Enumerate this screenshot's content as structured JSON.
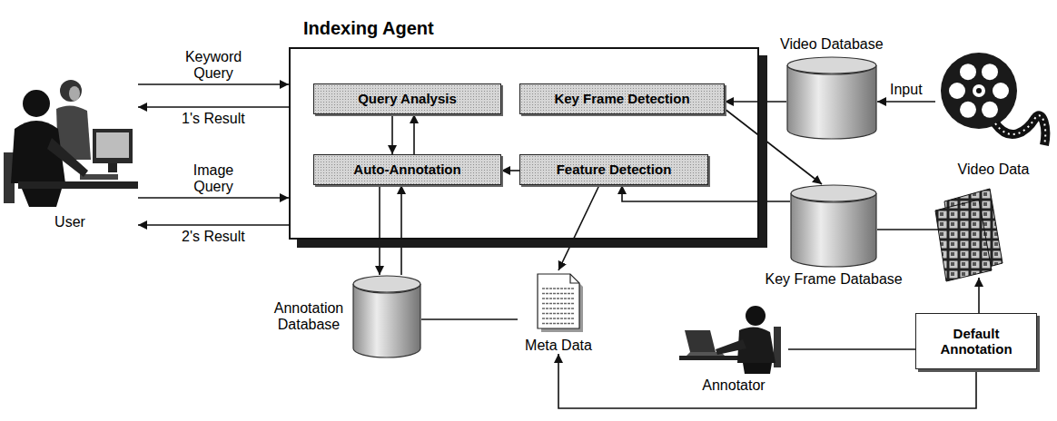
{
  "diagram": {
    "nodes": [
      {
        "text": [
          "User"
        ]
      },
      {
        "text": [
          "Indexing Agent"
        ]
      },
      {
        "text": [
          "Query Analysis"
        ],
        "in": 1
      },
      {
        "text": [
          "Key Frame Detection"
        ],
        "in": 1
      },
      {
        "text": [
          "Auto-Annotation"
        ],
        "in": 1
      },
      {
        "text": [
          "Feature Detection"
        ],
        "in": 1
      },
      {
        "text": [
          "Video Database"
        ]
      },
      {
        "text": [
          "Video Data"
        ]
      },
      {
        "text": [
          "Key Frame Database"
        ]
      },
      {
        "text": [
          "Annotation Database"
        ]
      },
      {
        "text": [
          "Meta Data"
        ]
      },
      {
        "text": [
          "Annotator"
        ]
      },
      {
        "text": [
          "Default Annotation"
        ]
      }
    ],
    "edges": [
      {
        "from": 0,
        "to": 1,
        "label": "Keyword Query",
        "arrow": "to"
      },
      {
        "from": 1,
        "to": 0,
        "label": "1's Result",
        "arrow": "to"
      },
      {
        "from": 0,
        "to": 1,
        "label": "Image Query",
        "arrow": "to"
      },
      {
        "from": 1,
        "to": 0,
        "label": "2's Result",
        "arrow": "to"
      },
      {
        "from": 7,
        "to": 6,
        "label": "Input",
        "arrow": "to"
      },
      {
        "from": 6,
        "to": 3,
        "arrow": "to"
      },
      {
        "from": 2,
        "to": 4,
        "arrow": "to"
      },
      {
        "from": 4,
        "to": 2,
        "arrow": "to"
      },
      {
        "from": 5,
        "to": 4,
        "arrow": "to"
      },
      {
        "from": 3,
        "to": 8,
        "arrow": "to"
      },
      {
        "from": 8,
        "to": 5,
        "arrow": "to"
      },
      {
        "from": 5,
        "to": 10,
        "arrow": "to"
      },
      {
        "from": 4,
        "to": 9,
        "arrow": "to"
      },
      {
        "from": 9,
        "to": 4,
        "arrow": "to"
      },
      {
        "from": 9,
        "to": 10,
        "arrow": "none"
      },
      {
        "from": 11,
        "to": 12,
        "arrow": "none"
      },
      {
        "from": 12,
        "to": 10,
        "arrow": "to"
      }
    ]
  }
}
